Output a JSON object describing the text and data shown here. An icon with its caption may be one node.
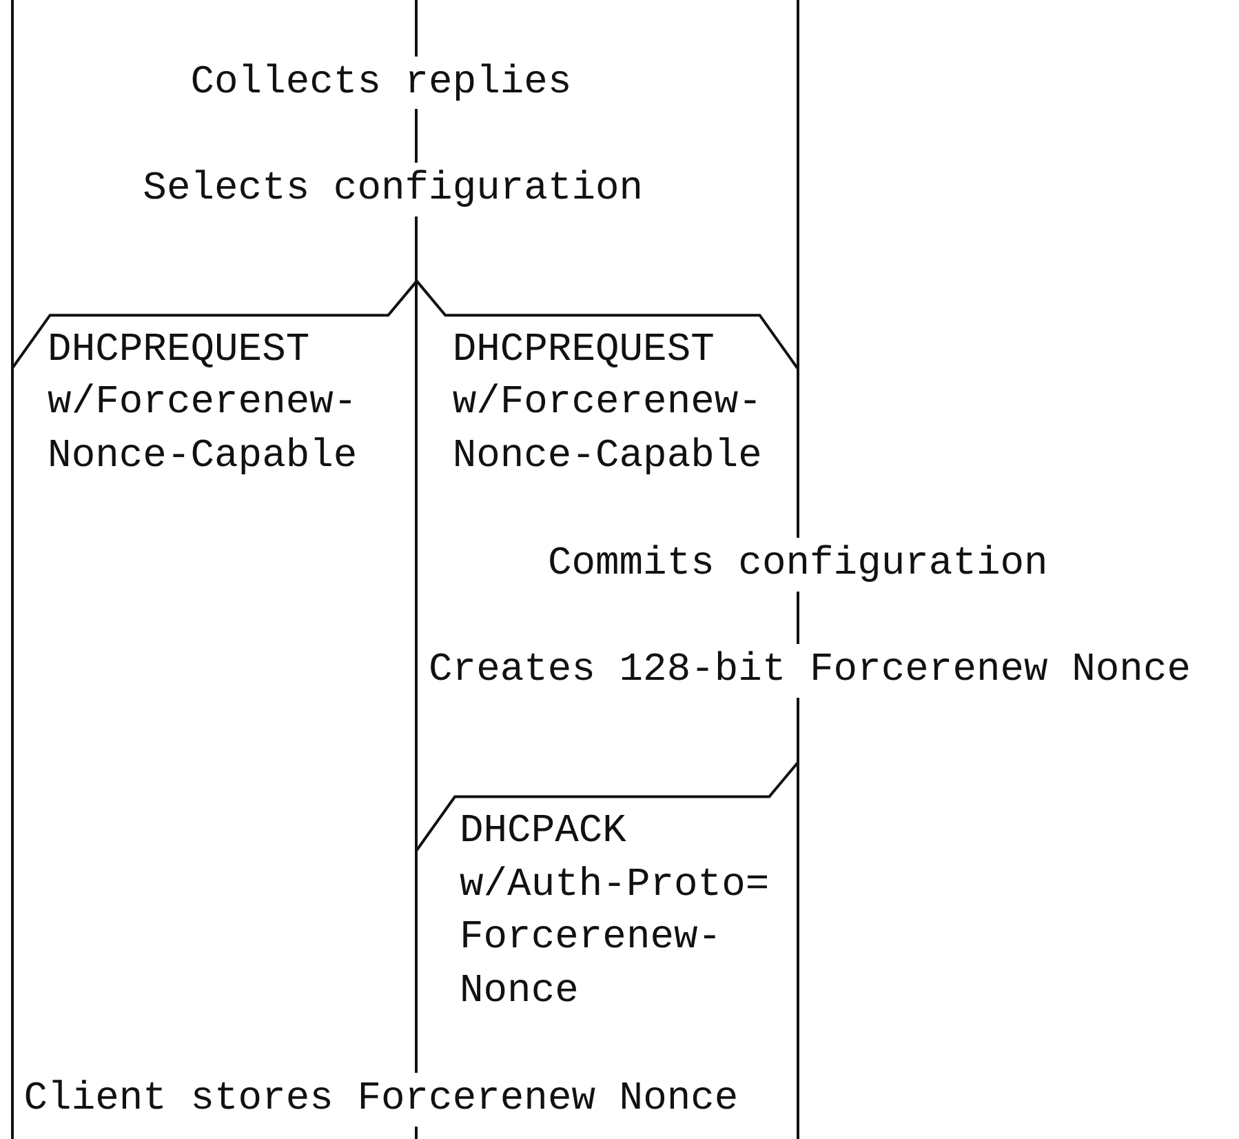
{
  "diagram": {
    "nodes": [
      {
        "text": [],
        "shape": "bar"
      },
      {
        "text": [],
        "shape": "bar"
      },
      {
        "text": [],
        "shape": "bar"
      }
    ],
    "edges": [
      {
        "from": 1,
        "to": 0,
        "arrow": "none",
        "label": "DHCPREQUEST w/Forcerenew- Nonce-Capable"
      },
      {
        "from": 1,
        "to": 2,
        "arrow": "none",
        "label": "DHCPREQUEST w/Forcerenew- Nonce-Capable"
      },
      {
        "from": 2,
        "to": 1,
        "arrow": "none",
        "label": "DHCPACK w/Auth-Proto= Forcerenew- Nonce"
      }
    ],
    "labels": [
      "Collects replies",
      "Selects configuration",
      "Commits configuration",
      "Creates 128-bit Forcerenew Nonce",
      "Client stores Forcerenew Nonce"
    ]
  }
}
